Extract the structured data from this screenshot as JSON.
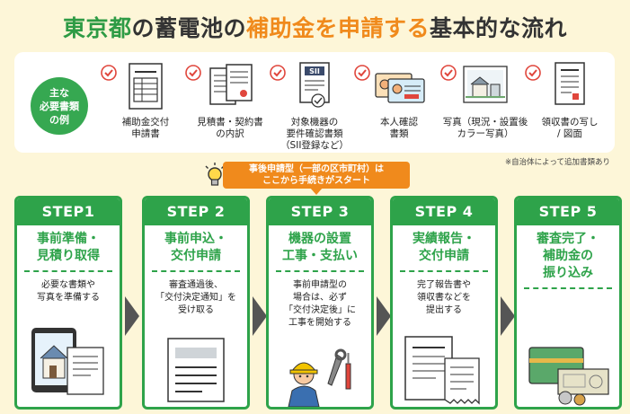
{
  "title": {
    "part1": "東京都",
    "part2": "の蓄電池の",
    "part3": "補助金を申請する",
    "part4": "基本的な流れ"
  },
  "docs": {
    "badge_lines": [
      "主な",
      "必要書類",
      "の例"
    ],
    "items": [
      {
        "label": "補助金交付\n申請書",
        "icon": "form-document-icon"
      },
      {
        "label": "見積書・契約書\nの内訳",
        "icon": "estimate-contract-icon"
      },
      {
        "label": "対象機器の\n要件確認書類\n（SII登録など）",
        "icon": "sii-certificate-icon",
        "icon_text": "SII"
      },
      {
        "label": "本人確認\n書類",
        "icon": "id-card-icon"
      },
      {
        "label": "写真（現況・設置後\nカラー写真）",
        "icon": "photo-icon"
      },
      {
        "label": "領収書の写し\n/ 図面",
        "icon": "receipt-icon"
      }
    ],
    "note": "※自治体によって追加書類あり"
  },
  "callout": "事後申請型（一部の区市町村）は\nここから手続きがスタート",
  "steps": [
    {
      "head": "STEP1",
      "title": "事前準備・\n見積り取得",
      "desc": "必要な書類や\n写真を準備する"
    },
    {
      "head": "STEP 2",
      "title": "事前申込・\n交付申請",
      "desc": "審査通過後、\n「交付決定通知」を\n受け取る"
    },
    {
      "head": "STEP 3",
      "title": "機器の設置\n工事・支払い",
      "desc": "事前申請型の\n場合は、必ず\n「交付決定後」に\n工事を開始する"
    },
    {
      "head": "STEP 4",
      "title": "実績報告・\n交付申請",
      "desc": "完了報告書や\n領収書などを\n提出する"
    },
    {
      "head": "STEP 5",
      "title": "審査完了・\n補助金の\n振り込み",
      "desc": ""
    }
  ],
  "colors": {
    "green": "#2ea34a",
    "orange": "#f08a1c",
    "red_check": "#e0463c",
    "background": "#fdf6d8"
  }
}
